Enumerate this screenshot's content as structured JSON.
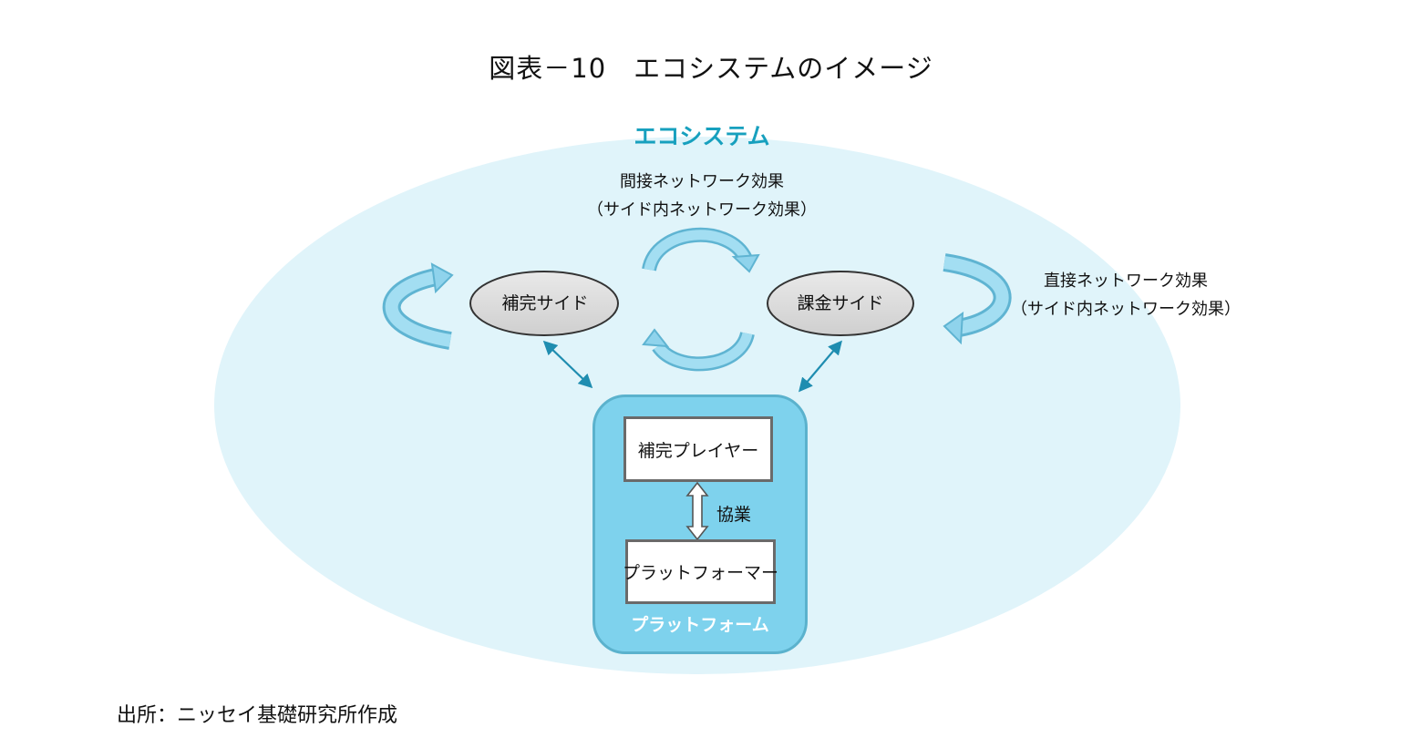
{
  "title": "図表－10　エコシステムのイメージ",
  "diagram": {
    "ecosystem_label": "エコシステム",
    "indirect_effect": {
      "line1": "間接ネットワーク効果",
      "line2": "（サイド内ネットワーク効果）"
    },
    "direct_effect": {
      "line1": "直接ネットワーク効果",
      "line2": "（サイド内ネットワーク効果）"
    },
    "side_complement": "補完サイド",
    "side_billing": "課金サイド",
    "complement_player": "補完プレイヤー",
    "collaboration": "協業",
    "platformer": "プラットフォーマー",
    "platform_label": "プラットフォーム"
  },
  "source": "出所：ニッセイ基礎研究所作成",
  "colors": {
    "ecosystem_fill": "#e0f4fa",
    "accent_text": "#17a0be",
    "platform_fill": "#7ed2ed",
    "platform_border": "#5bb2cd",
    "side_ellipse_fill": "#d9d9d9",
    "curved_arrow": "#8fd3ec",
    "double_arrow": "#1f8db0"
  }
}
